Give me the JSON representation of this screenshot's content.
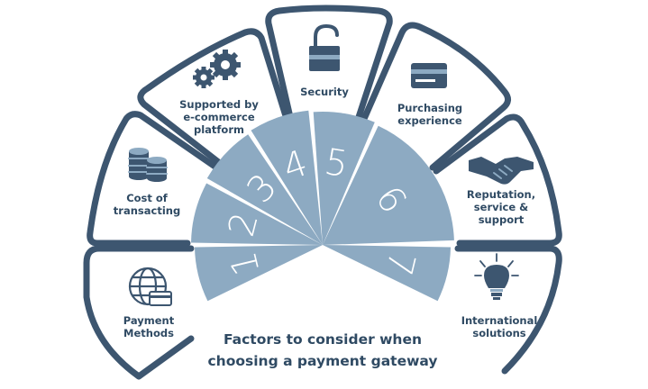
{
  "title_lines": [
    "Factors to consider when",
    "choosing a payment gateway"
  ],
  "wedge_numbers": [
    "1",
    "2",
    "3",
    "4",
    "5",
    "6",
    "7"
  ],
  "segments": [
    {
      "id": "payment-methods",
      "label_lines": [
        "Payment",
        "Methods"
      ],
      "icon": "globe-card-icon"
    },
    {
      "id": "cost-of-transacting",
      "label_lines": [
        "Cost of",
        "transacting"
      ],
      "icon": "coin-stack-icon"
    },
    {
      "id": "ecommerce-platform",
      "label_lines": [
        "Supported by",
        "e-commerce",
        "platform"
      ],
      "icon": "gears-icon"
    },
    {
      "id": "security",
      "label_lines": [
        "Security"
      ],
      "icon": "padlock-icon"
    },
    {
      "id": "purchasing-experience",
      "label_lines": [
        "Purchasing",
        "experience"
      ],
      "icon": "credit-card-icon"
    },
    {
      "id": "reputation",
      "label_lines": [
        "Reputation,",
        "service &",
        "support"
      ],
      "icon": "handshake-icon"
    },
    {
      "id": "international",
      "label_lines": [
        "International",
        "solutions"
      ],
      "icon": "lightbulb-icon"
    }
  ],
  "colors": {
    "dark": "#3d5670",
    "light": "#8daac2",
    "text": "#2f4a63"
  }
}
